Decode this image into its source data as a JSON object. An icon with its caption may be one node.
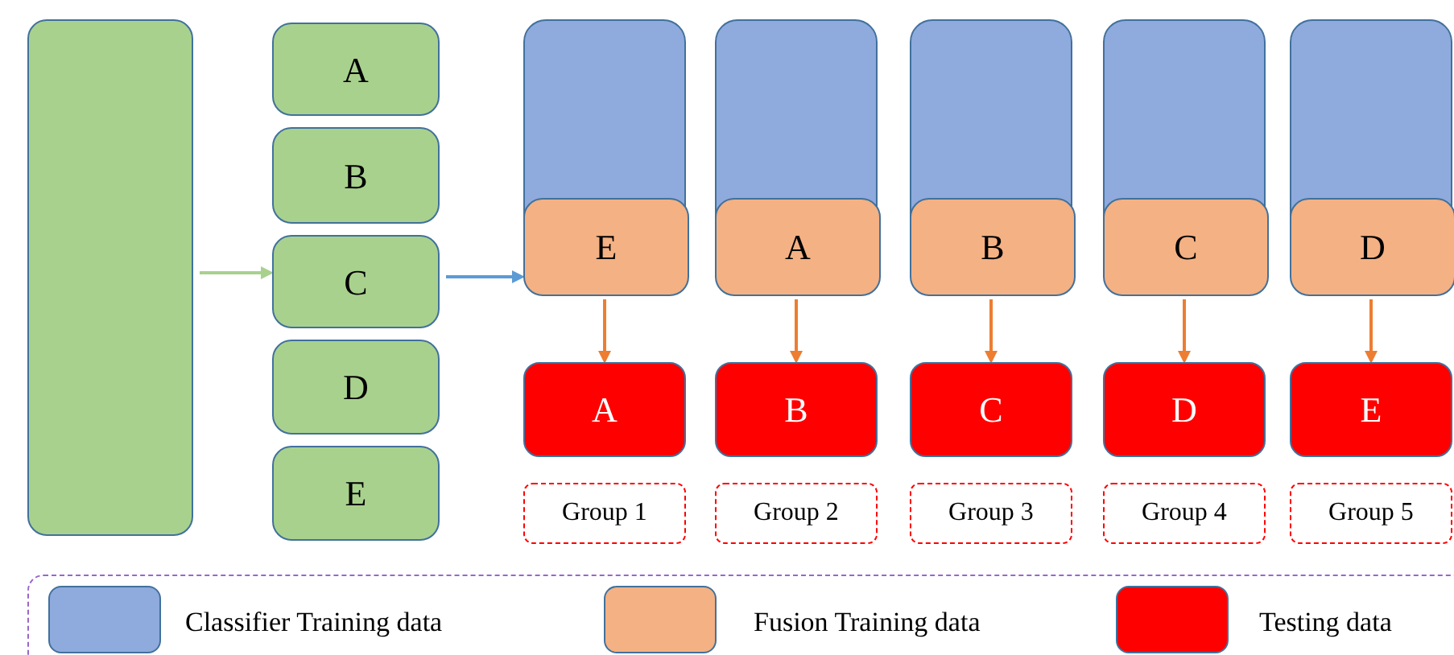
{
  "diagram": {
    "nodes": [
      {
        "text": [],
        "shape": "box"
      },
      {
        "text": [
          "A"
        ]
      },
      {
        "text": [
          "B"
        ]
      },
      {
        "text": [
          "C"
        ]
      },
      {
        "text": [
          "D"
        ]
      },
      {
        "text": [
          "E"
        ]
      },
      {
        "text": [],
        "shape": "box"
      },
      {
        "text": [
          "E"
        ],
        "in": 6
      },
      {
        "text": [
          "A"
        ]
      },
      {
        "text": [
          "Group 1"
        ]
      },
      {
        "text": [],
        "shape": "box"
      },
      {
        "text": [
          "A"
        ],
        "in": 10
      },
      {
        "text": [
          "B"
        ]
      },
      {
        "text": [
          "Group 2"
        ]
      },
      {
        "text": [],
        "shape": "box"
      },
      {
        "text": [
          "B"
        ],
        "in": 14
      },
      {
        "text": [
          "C"
        ]
      },
      {
        "text": [
          "Group 3"
        ]
      },
      {
        "text": [],
        "shape": "box"
      },
      {
        "text": [
          "C"
        ],
        "in": 18
      },
      {
        "text": [
          "D"
        ]
      },
      {
        "text": [
          "Group 4"
        ]
      },
      {
        "text": [],
        "shape": "box"
      },
      {
        "text": [
          "D"
        ],
        "in": 22
      },
      {
        "text": [
          "E"
        ]
      },
      {
        "text": [
          "Group 5"
        ]
      }
    ],
    "edges": [
      {
        "from": 0,
        "to": 3,
        "arrow": "to",
        "color": "#a9d18e"
      },
      {
        "from": 3,
        "to": 7,
        "arrow": "to",
        "color": "#5b9bd5"
      },
      {
        "from": 7,
        "to": 8,
        "arrow": "to"
      },
      {
        "from": 11,
        "to": 12,
        "arrow": "to"
      },
      {
        "from": 15,
        "to": 16,
        "arrow": "to"
      },
      {
        "from": 19,
        "to": 20,
        "arrow": "to"
      },
      {
        "from": 23,
        "to": 24,
        "arrow": "to"
      }
    ],
    "legend": [
      {
        "text": "Classifier Training data",
        "color": "#8faadc"
      },
      {
        "text": "Fusion Training data",
        "color": "#f4b183"
      },
      {
        "text": "Testing data",
        "color": "#ff0000"
      }
    ]
  }
}
